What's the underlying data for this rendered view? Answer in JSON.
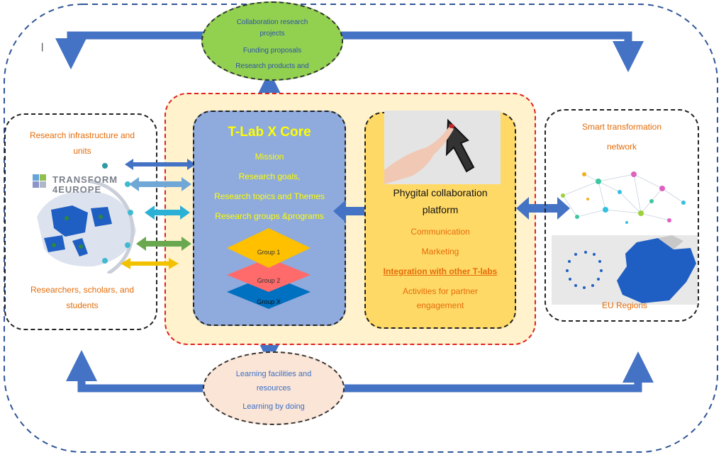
{
  "top_ellipse": {
    "line1": "Collaboration research",
    "line2": "projects",
    "line3": "Funding proposals",
    "line4": "Research products and"
  },
  "bottom_ellipse": {
    "line1": "Learning facilities and",
    "line2": "resources",
    "line3": "Learning by doing"
  },
  "left_box": {
    "title1": "Research infrastructure and",
    "title2": "units",
    "logo_line1": "TRANSFORM",
    "logo_line2": "4EUROPE",
    "footer1": "Researchers, scholars, and",
    "footer2": "students"
  },
  "core": {
    "title": "T-Lab X Core",
    "items": [
      "Mission",
      "Research goals,",
      "Research topics and Themes",
      "Research groups &programs"
    ],
    "groups": [
      "Group 1",
      "Group 2",
      "Group X"
    ]
  },
  "platform": {
    "title1": "Phygital collaboration",
    "title2": "platform",
    "items": [
      "Communication",
      "Marketing",
      "Integration with other T-labs",
      "Activities for partner",
      "engagement"
    ]
  },
  "right_box": {
    "title1": "Smart transformation",
    "title2": "network",
    "footer": "EU Regions"
  },
  "cursor_mark": "|",
  "colors": {
    "arrow_blue": "#4472c4",
    "core_bg": "#8faadc",
    "platform_bg": "#ffd966",
    "outer_panel": "#fff2cc",
    "top_ellipse": "#92d050",
    "bottom_ellipse": "#fbe5d6",
    "text_orange": "#e46c0a",
    "text_yellow": "#ffff00",
    "group1": "#ffc000",
    "group2": "#ff6666",
    "groupx": "#0070c0"
  }
}
